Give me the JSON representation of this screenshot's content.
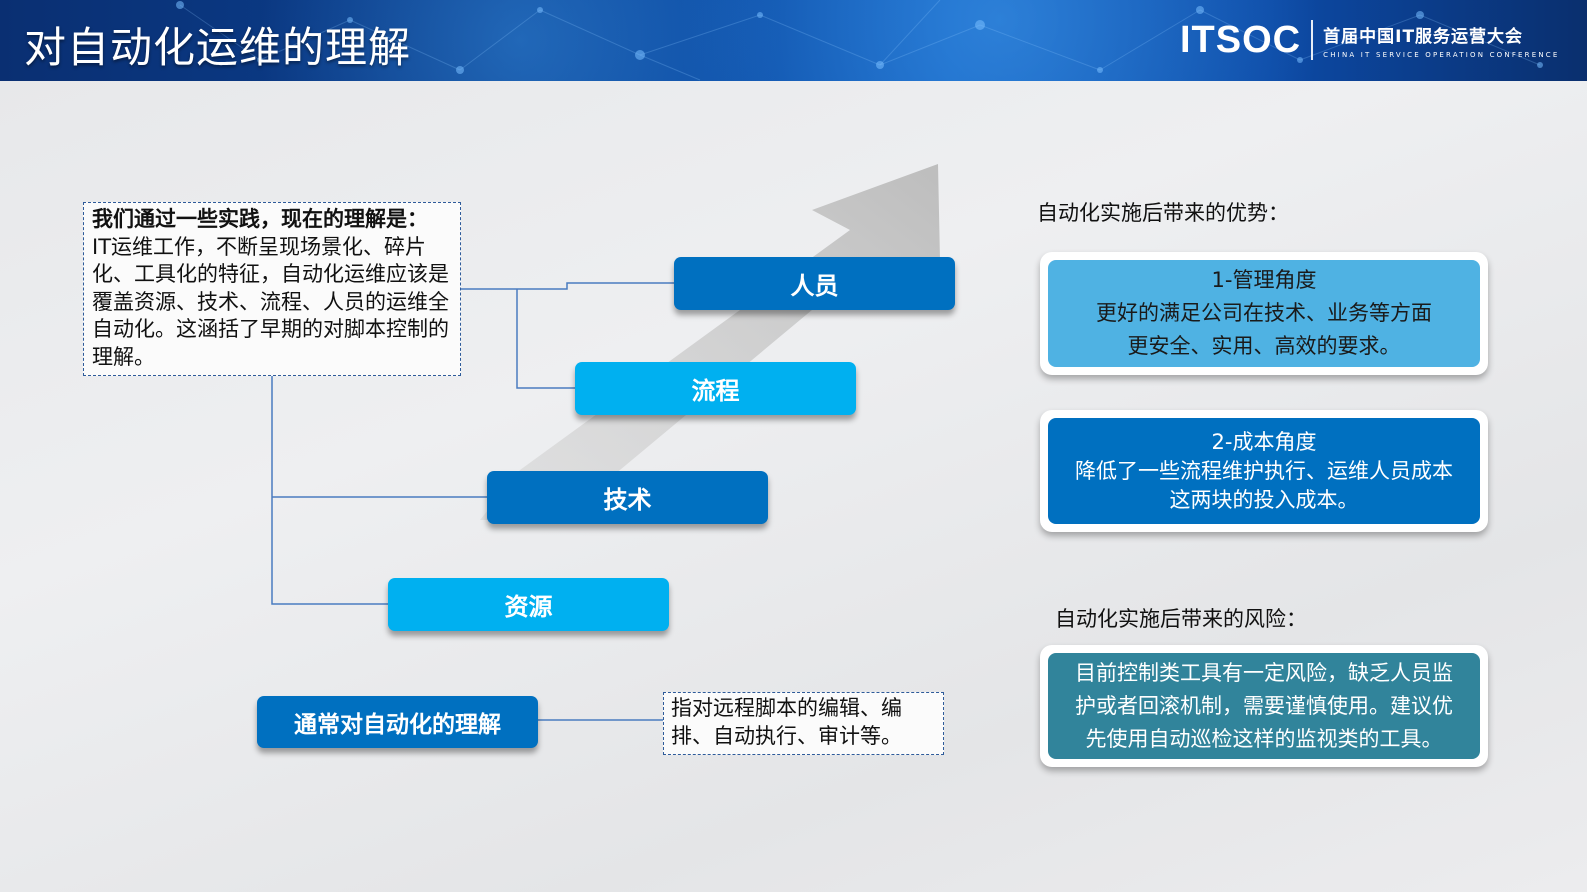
{
  "header": {
    "title": "对自动化运维的理解",
    "logo": {
      "main": "ITSOC",
      "cn": "首届中国IT服务运营大会",
      "en": "CHINA IT SERVICE OPERATION CONFERENCE"
    }
  },
  "left_note": {
    "heading": "我们通过一些实践，现在的理解是：",
    "body": "IT运维工作，不断呈现场景化、碎片化、工具化的特征，自动化运维应该是覆盖资源、技术、流程、人员的运维全自动化。这涵括了早期的对脚本控制的理解。"
  },
  "steps": [
    {
      "label": "人员",
      "color": "#0070c0"
    },
    {
      "label": "流程",
      "color": "#00b0f0"
    },
    {
      "label": "技术",
      "color": "#0070c0"
    },
    {
      "label": "资源",
      "color": "#00b0f0"
    }
  ],
  "common": {
    "label": "通常对自动化的理解",
    "note": "指对远程脚本的编辑、编排、自动执行、审计等。"
  },
  "advantages": {
    "title": "自动化实施后带来的优势：",
    "cards": [
      {
        "heading": "1-管理角度",
        "lines": [
          "更好的满足公司在技术、业务等方面",
          "更安全、实用、高效的要求。"
        ],
        "color": "#4fb2e3"
      },
      {
        "heading": "2-成本角度",
        "lines": [
          "降低了一些流程维护执行、运维人员成本",
          "这两块的投入成本。"
        ],
        "color": "#0070c0"
      }
    ]
  },
  "risks": {
    "title": "自动化实施后带来的风险：",
    "card": {
      "lines": [
        "目前控制类工具有一定风险，缺乏人员监",
        "护或者回滚机制，需要谨慎使用。建议优",
        "先使用自动巡检这样的监视类的工具。"
      ],
      "color": "#31849b"
    }
  },
  "colors": {
    "header_dark": "#0a2f72",
    "accent_dark": "#0070c0",
    "accent_light": "#00b0f0",
    "connector": "#4a7cc0",
    "arrow_gray": "#c4c4c4"
  }
}
